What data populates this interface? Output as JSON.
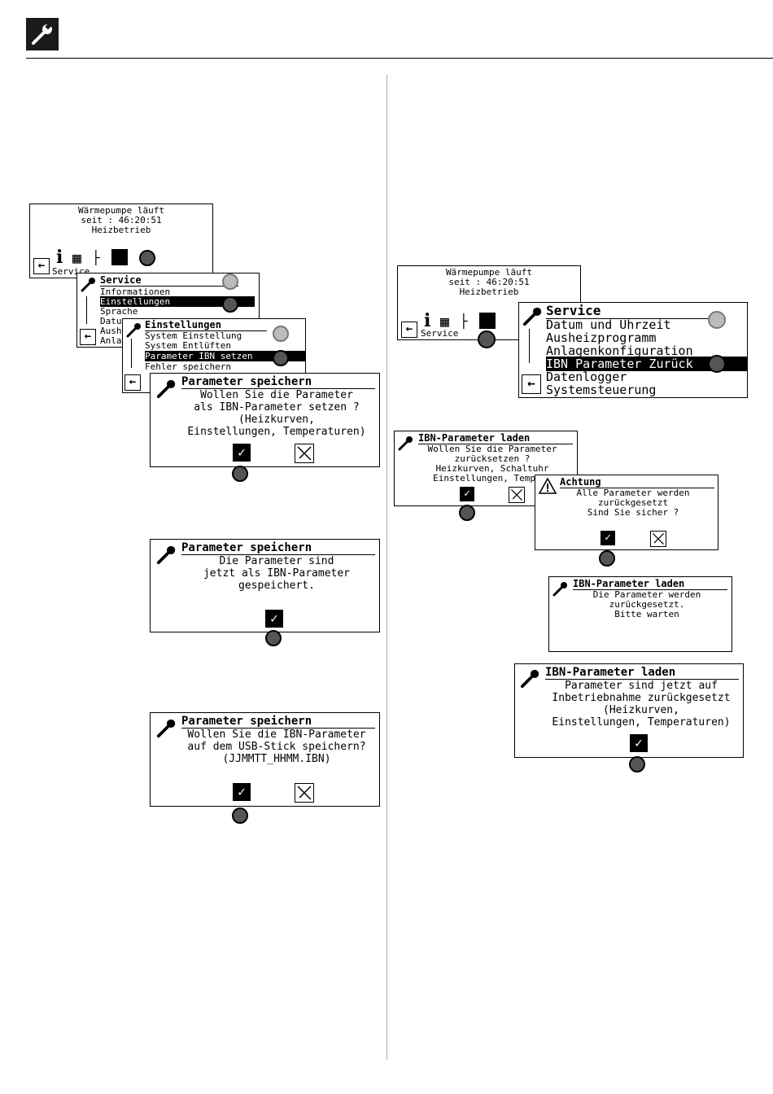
{
  "icons": {
    "header": "wrench-icon",
    "info": "info-icon",
    "heating": "radiator-icon",
    "water": "faucet-icon",
    "cooling": "snowflake-sun-icon",
    "knob": "rotary-knob-icon",
    "back": "back-arrow-icon",
    "confirm": "checkmark-icon",
    "cancel": "cancel-icon",
    "warning": "warning-triangle-icon"
  },
  "left": {
    "status": {
      "line1": "Wärmepumpe läuft",
      "line2": "seit : 46:20:51",
      "line3": "Heizbetrieb",
      "service_label": "Service"
    },
    "service_menu": {
      "title": "Service",
      "items": [
        "Informationen",
        "Einstellungen",
        "Sprache",
        "Datu",
        "Aush",
        "Anla"
      ]
    },
    "einstellungen_menu": {
      "title": "Einstellungen",
      "items": [
        "System Einstellung",
        "System Entlüften",
        "Parameter IBN setzen",
        "Fehler speichern"
      ],
      "selected": "Parameter IBN setzen"
    },
    "dialog_set": {
      "title": "Parameter speichern",
      "lines": [
        "Wollen Sie die Parameter",
        "als IBN-Parameter setzen ?",
        "(Heizkurven,",
        "Einstellungen, Temperaturen)"
      ]
    },
    "dialog_saved": {
      "title": "Parameter speichern",
      "lines": [
        "Die Parameter sind",
        "jetzt als IBN-Parameter",
        "gespeichert."
      ]
    },
    "dialog_usb": {
      "title": "Parameter speichern",
      "lines": [
        "Wollen Sie die IBN-Parameter",
        "auf dem USB-Stick speichern?",
        "(JJMMTT_HHMM.IBN)"
      ]
    }
  },
  "right": {
    "status": {
      "line1": "Wärmepumpe läuft",
      "line2": "seit : 46:20:51",
      "line3": "Heizbetrieb",
      "service_label": "Service"
    },
    "service_menu": {
      "title": "Service",
      "items": [
        "Datum und Uhrzeit",
        "Ausheizprogramm",
        "Anlagenkonfiguration",
        "IBN Parameter Zurück",
        "Datenlogger",
        "Systemsteuerung"
      ],
      "selected": "IBN Parameter Zurück"
    },
    "dialog_load": {
      "title": "IBN-Parameter laden",
      "lines": [
        "Wollen Sie die Parameter",
        "zurücksetzen ?",
        "Heizkurven, Schaltuhr",
        "Einstellungen, Tempera"
      ]
    },
    "dialog_warning": {
      "title": "Achtung",
      "lines": [
        "Alle Parameter werden",
        "zurückgesetzt",
        "Sind Sie sicher ?"
      ]
    },
    "dialog_wait": {
      "title": "IBN-Parameter laden",
      "lines": [
        "Die Parameter werden",
        "zurückgesetzt.",
        "Bitte warten"
      ]
    },
    "dialog_done": {
      "title": "IBN-Parameter laden",
      "lines": [
        "Parameter sind jetzt auf",
        "Inbetriebnahme zurückgesetzt",
        "(Heizkurven,",
        "Einstellungen, Temperaturen)"
      ]
    }
  }
}
